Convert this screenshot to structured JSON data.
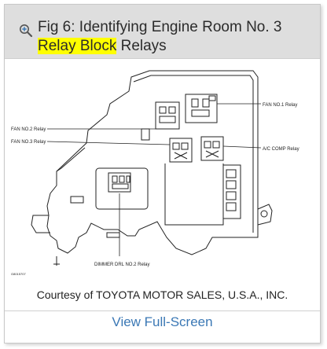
{
  "figure": {
    "title_prefix": "Fig 6: Identifying Engine Room No. 3",
    "title_highlight": "Relay Block",
    "title_suffix": "Relays",
    "highlight_color": "#ffff00",
    "zoom_icon": "zoom-in-icon",
    "labels": {
      "fan1": "FAN NO.1 Relay",
      "fan2": "FAN NO.2 Relay",
      "fan3": "FAN NO.3 Relay",
      "ac": "A/C COMP Relay",
      "dimmer": "DIMMER DRL NO.2 Relay",
      "code": "G8015707"
    },
    "credit": "Courtesy of TOYOTA MOTOR SALES, U.S.A., INC.",
    "fullscreen_label": "View Full-Screen",
    "link_color": "#3b78b5"
  }
}
